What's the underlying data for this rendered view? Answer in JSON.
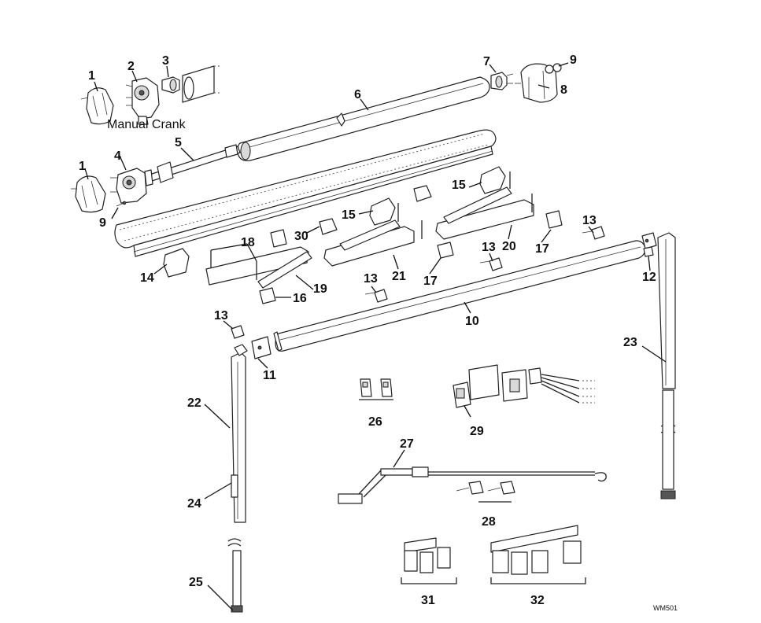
{
  "caption_manual_crank": "Manual Crank",
  "figure_code": "WM501",
  "callouts": [
    "1",
    "2",
    "3",
    "4",
    "5",
    "6",
    "7",
    "8",
    "9",
    "1",
    "9",
    "10",
    "11",
    "12",
    "13",
    "13",
    "13",
    "13",
    "14",
    "15",
    "15",
    "16",
    "17",
    "17",
    "18",
    "19",
    "20",
    "21",
    "22",
    "23",
    "24",
    "25",
    "26",
    "27",
    "28",
    "29",
    "30",
    "31",
    "32"
  ]
}
